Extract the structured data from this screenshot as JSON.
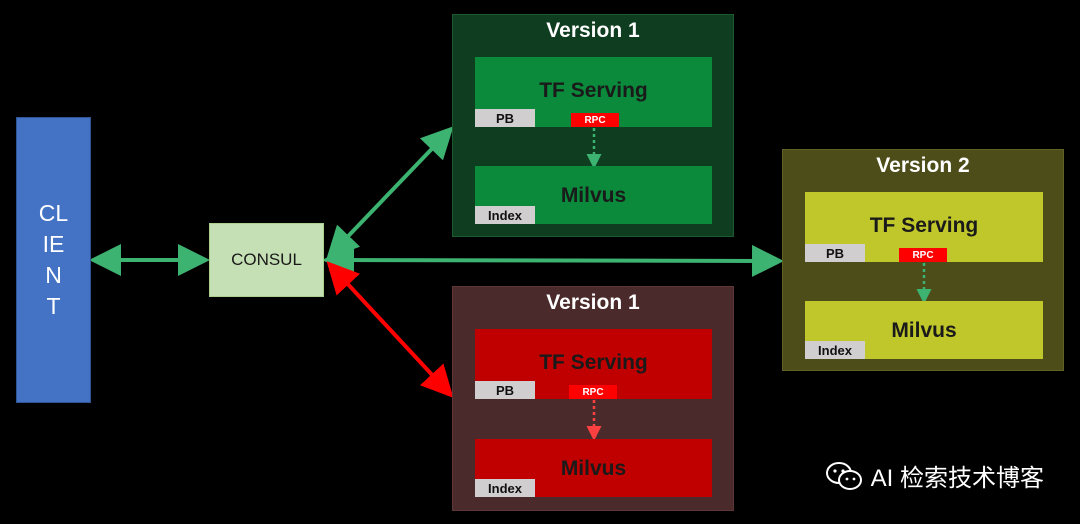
{
  "client": {
    "label": "CLIENT"
  },
  "consul": {
    "label": "CONSUL"
  },
  "v1_green": {
    "title": "Version 1",
    "tf": "TF Serving",
    "pb": "PB",
    "rpc": "RPC",
    "milvus": "Milvus",
    "index": "Index"
  },
  "v1_red": {
    "title": "Version 1",
    "tf": "TF Serving",
    "pb": "PB",
    "rpc": "RPC",
    "milvus": "Milvus",
    "index": "Index"
  },
  "v2": {
    "title": "Version 2",
    "tf": "TF Serving",
    "pb": "PB",
    "rpc": "RPC",
    "milvus": "Milvus",
    "index": "Index"
  },
  "watermark": {
    "text": "AI 检索技术博客"
  },
  "colors": {
    "client": "#4472c4",
    "consul": "#c5e0b4",
    "arrow_green": "#3cb371",
    "arrow_red": "#ff0000",
    "v1_green_bg": "#0f3d1f",
    "v1_green_box": "#0a8a3a",
    "v1_red_bg": "#4a2a2a",
    "v1_red_box": "#c00000",
    "v2_bg": "#4d4d1a",
    "v2_box": "#c0c72a"
  }
}
